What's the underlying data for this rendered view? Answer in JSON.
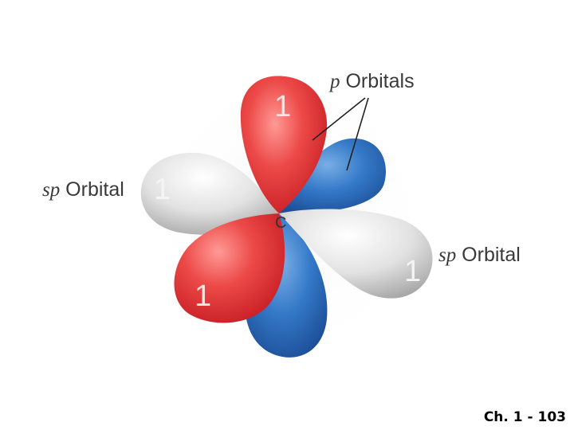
{
  "diagram": {
    "labels": {
      "p_orbitals_prefix": "p",
      "p_orbitals_text": " Orbitals",
      "sp_left_prefix": "sp",
      "sp_left_text": " Orbital",
      "sp_right_prefix": "sp",
      "sp_right_text": " Orbital",
      "carbon": "C",
      "electron_marks": [
        "1",
        "1",
        "1",
        "1"
      ]
    },
    "colors": {
      "p_orbital_red": "#e8383a",
      "p_orbital_blue": "#2f74c4",
      "sp_orbital_gray": "#d9d9d9",
      "label_text": "#3a3a3a"
    }
  },
  "footer": {
    "slide_number": "Ch. 1 - 103"
  }
}
